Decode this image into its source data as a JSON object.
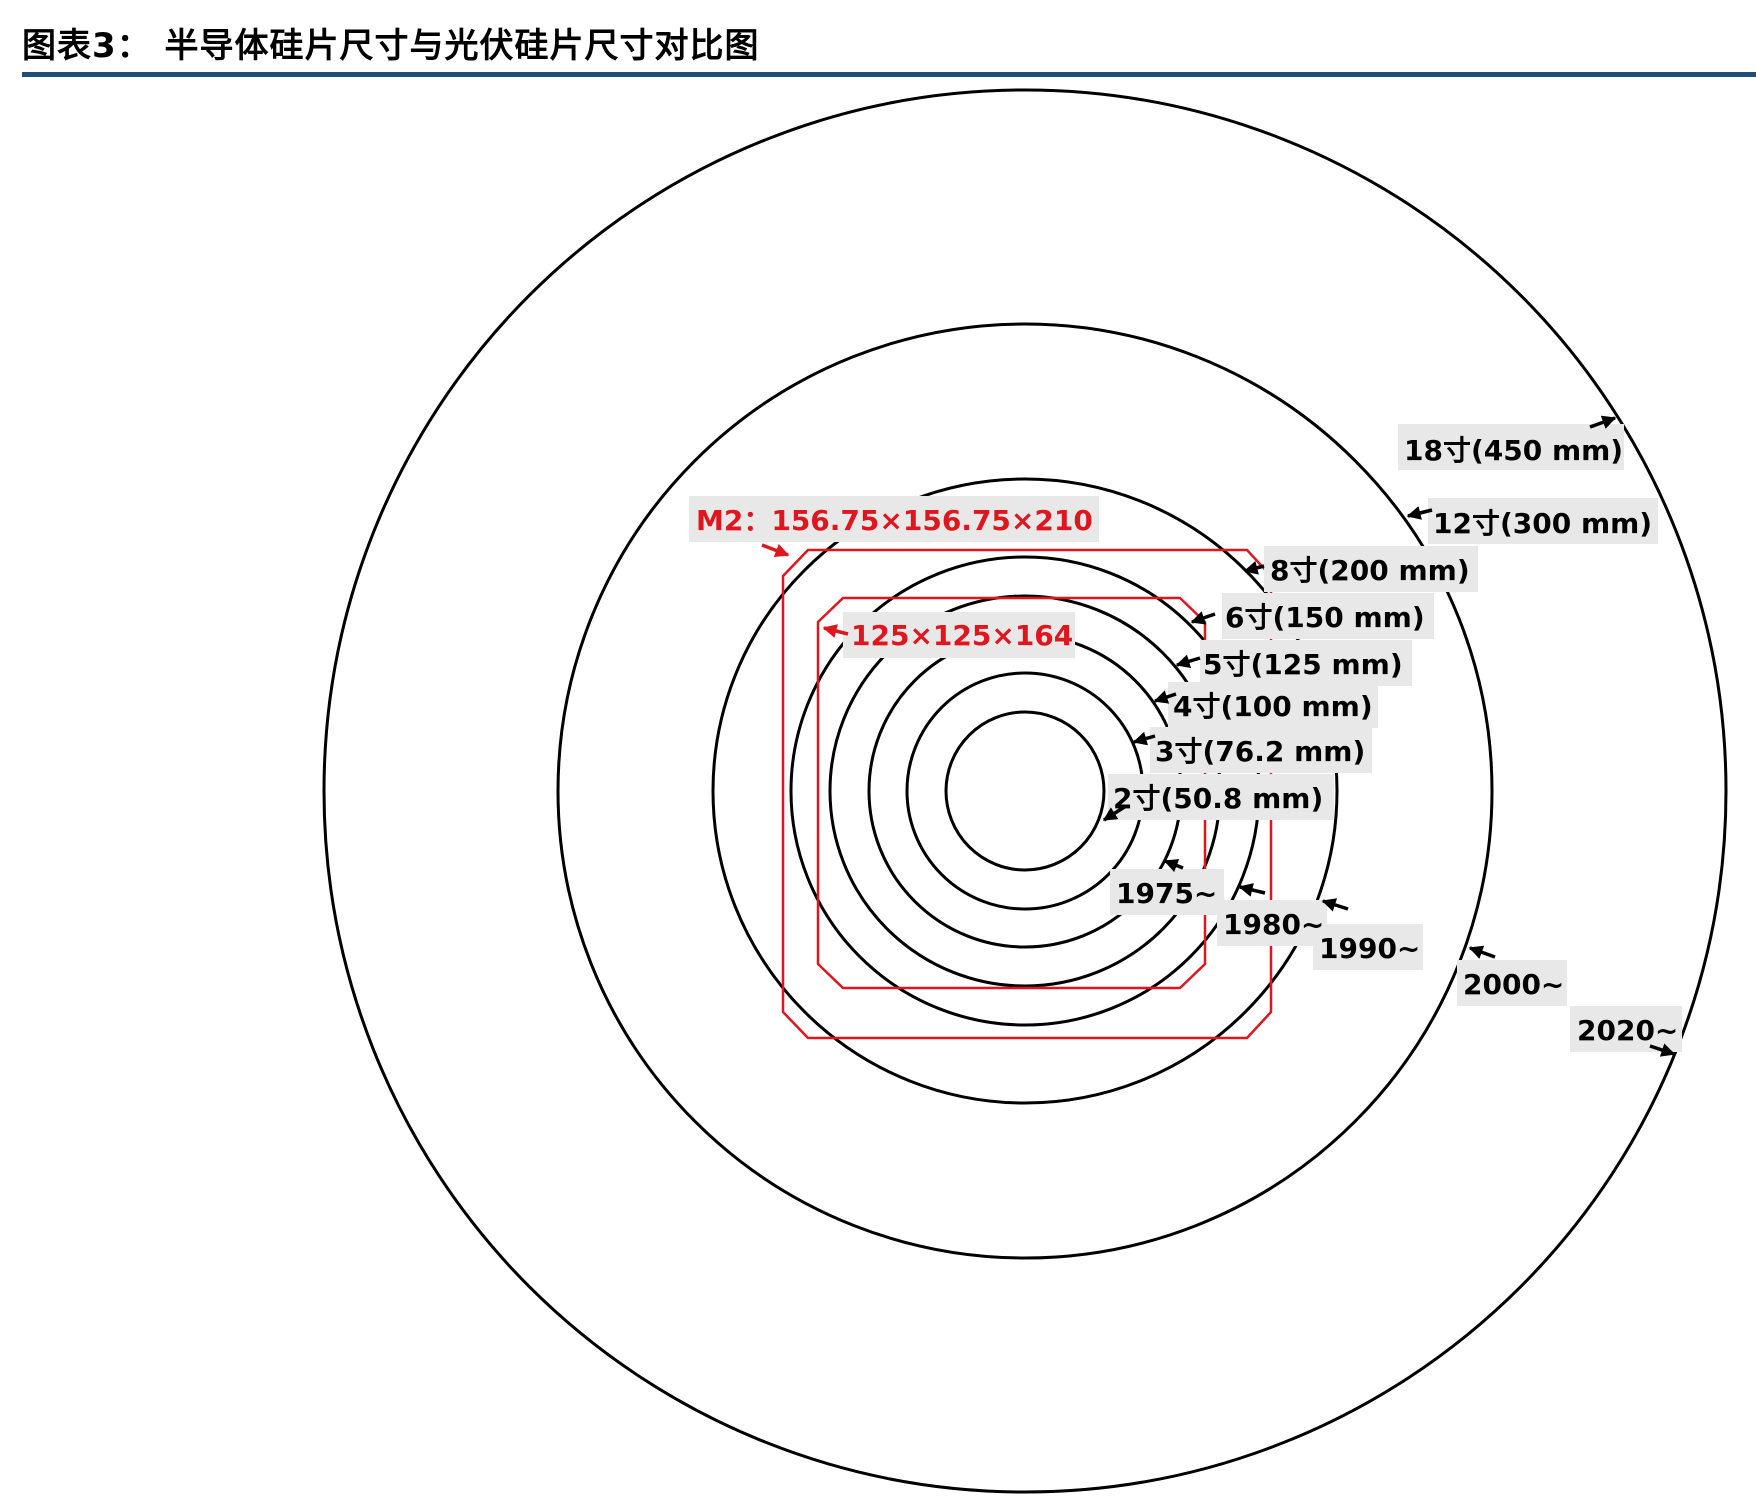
{
  "header": {
    "title": "图表3：  半导体硅片尺寸与光伏硅片尺寸对比图"
  },
  "colors": {
    "black": "#000000",
    "red": "#e0161e",
    "label_bg": "#e8e8e8",
    "rule": "#1f4e79"
  },
  "diagram": {
    "wafer_sizes": [
      {
        "size_label": "18寸(450 mm)",
        "year_label": "2020~"
      },
      {
        "size_label": "12寸(300 mm)",
        "year_label": "2000~"
      },
      {
        "size_label": "8寸(200 mm)",
        "year_label": "1990~"
      },
      {
        "size_label": "6寸(150 mm)",
        "year_label": "1980~"
      },
      {
        "size_label": "5寸(125 mm)",
        "year_label": ""
      },
      {
        "size_label": "4寸(100 mm)",
        "year_label": ""
      },
      {
        "size_label": "3寸(76.2 mm)",
        "year_label": "1975~"
      },
      {
        "size_label": "2寸(50.8 mm)",
        "year_label": ""
      }
    ],
    "pv_wafers": [
      {
        "label": "M2：156.75×156.75×210"
      },
      {
        "label": "125×125×164"
      }
    ]
  }
}
